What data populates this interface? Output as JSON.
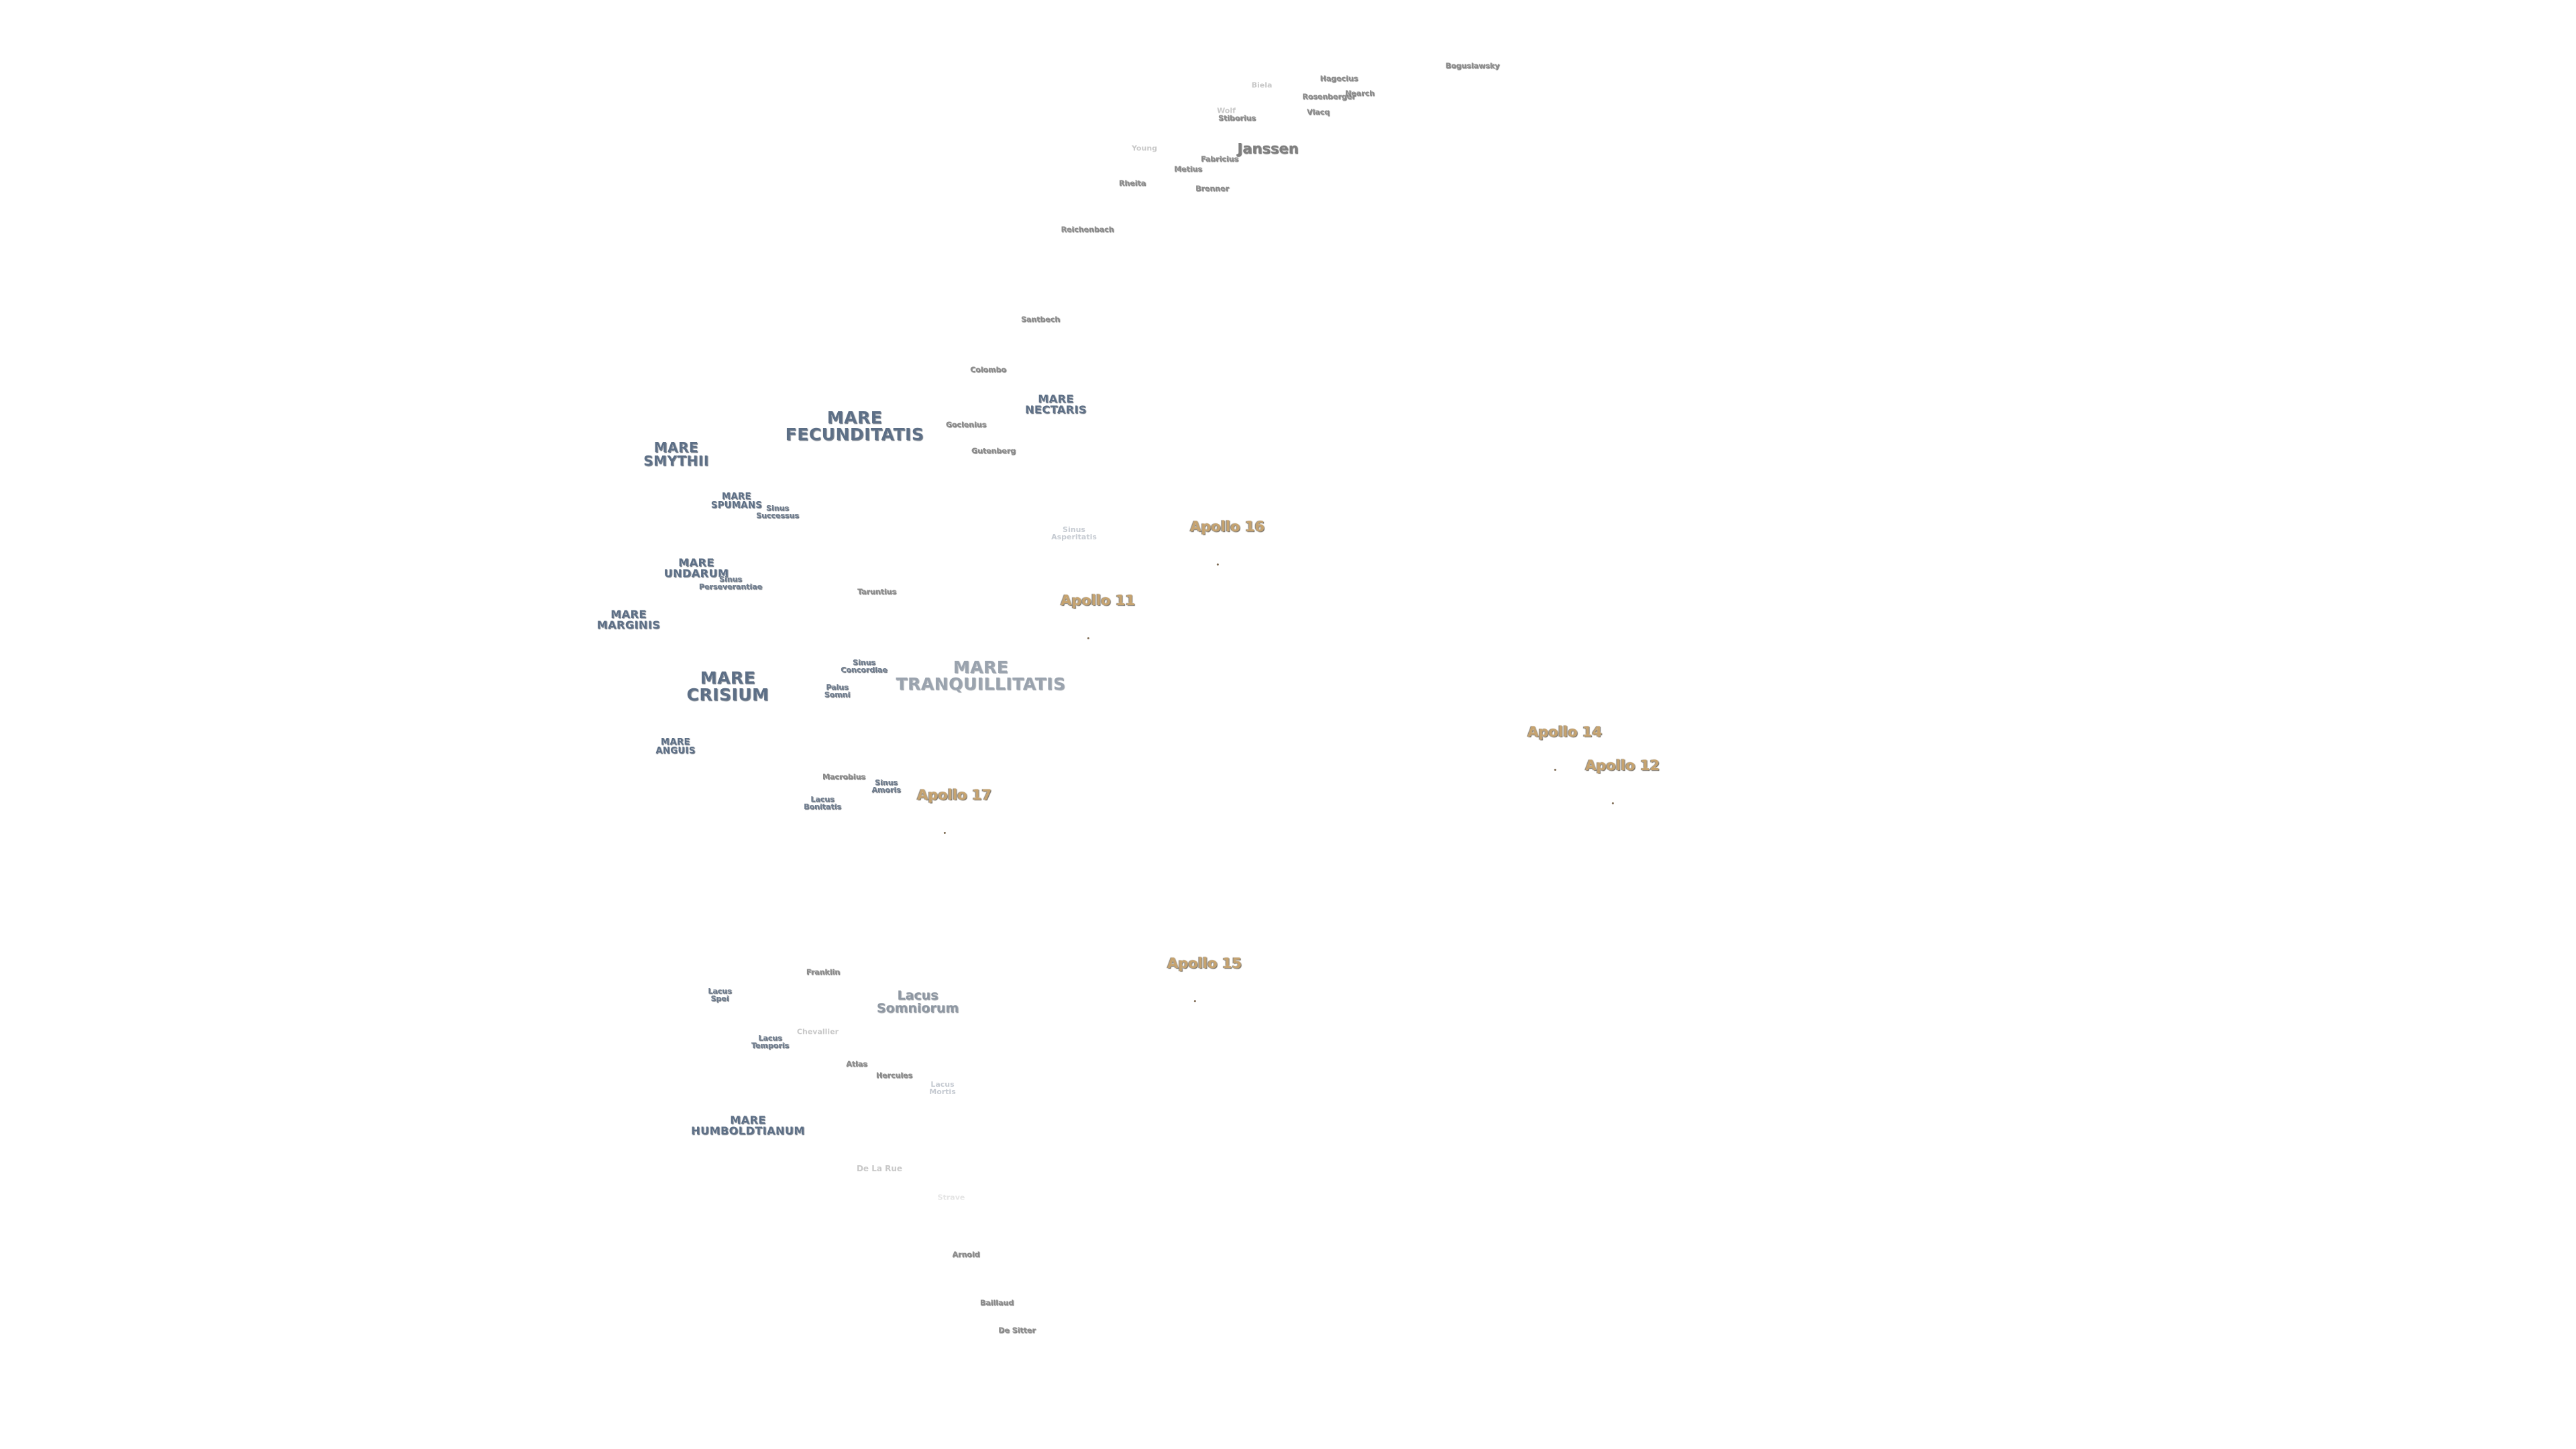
{
  "map": {
    "apollo_sites": [
      {
        "id": "apollo-11",
        "label": "Apollo 11"
      },
      {
        "id": "apollo-12",
        "label": "Apollo 12"
      },
      {
        "id": "apollo-14",
        "label": "Apollo 14"
      },
      {
        "id": "apollo-15",
        "label": "Apollo 15"
      },
      {
        "id": "apollo-16",
        "label": "Apollo 16"
      },
      {
        "id": "apollo-17",
        "label": "Apollo 17"
      }
    ],
    "maria": {
      "fecunditatis": "MARE\nFECUNDITATIS",
      "tranquillitatis": "MARE\nTRANQUILLITATIS",
      "crisium": "MARE\nCRISIUM",
      "smythii": "MARE\nSMYTHII",
      "nectaris": "MARE\nNECTARIS",
      "spumans": "MARE\nSPUMANS",
      "undarum": "MARE\nUNDARUM",
      "marginis": "MARE\nMARGINIS",
      "anguis": "MARE\nANGUIS",
      "humboldtianum": "MARE\nHUMBOLDTIANUM"
    },
    "minor_features": {
      "sinus_successus": "Sinus\nSuccessus",
      "sinus_perseverantiae": "Sinus\nPerseverantiae",
      "sinus_concordiae": "Sinus\nConcordiae",
      "palus_somni": "Palus\nSomni",
      "sinus_amoris": "Sinus\nAmoris",
      "lacus_bonitatis": "Lacus\nBonitatis",
      "sinus_asperitatis": "Sinus\nAsperitatis",
      "lacus_somniorum": "Lacus\nSomniorum",
      "lacus_spei": "Lacus\nSpei",
      "lacus_temporis": "Lacus\nTemporis",
      "lacus_mortis": "Lacus\nMortis"
    },
    "craters": {
      "janssen": "Janssen",
      "boguslawsky": "Boguslawsky",
      "hagecius": "Hagecius",
      "rosenberger": "Rosenberger",
      "nearch": "Nearch",
      "vlacq": "Vlacq",
      "biela": "Biela",
      "wolf": "Wolf",
      "stiborius": "Stiborius",
      "fabricius": "Fabricius",
      "metius": "Metius",
      "young": "Young",
      "rheita": "Rheita",
      "brenner": "Brenner",
      "reichenbach": "Reichenbach",
      "santbech": "Santbech",
      "colombo": "Colombo",
      "goclenius": "Goclenius",
      "gutenberg": "Gutenberg",
      "taruntius": "Taruntius",
      "macrobius": "Macrobius",
      "franklin": "Franklin",
      "chevallier": "Chevallier",
      "atlas": "Atlas",
      "hercules": "Hercules",
      "de_la_rue": "De La Rue",
      "strave": "Strave",
      "arnold": "Arnold",
      "baillaud": "Baillaud",
      "de_sitter": "De Sitter"
    }
  }
}
